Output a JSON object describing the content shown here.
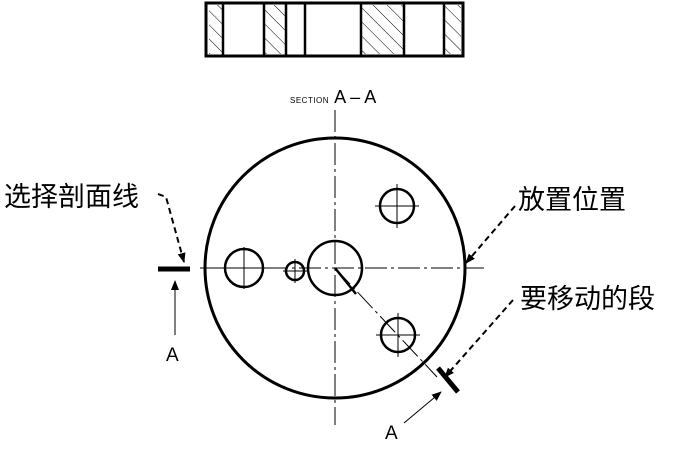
{
  "section_title": {
    "prefix": "SECTION",
    "name": "A – A"
  },
  "callouts": {
    "select_section_line": "选择剖面线",
    "place_position": "放置位置",
    "segment_to_move": "要移动的段"
  },
  "section_arrow_labels": {
    "left": "A",
    "right": "A"
  },
  "colors": {
    "line": "#000000",
    "background": "#ffffff"
  },
  "icons": [
    "section-hatch",
    "section-arrow",
    "leader-arrow"
  ]
}
